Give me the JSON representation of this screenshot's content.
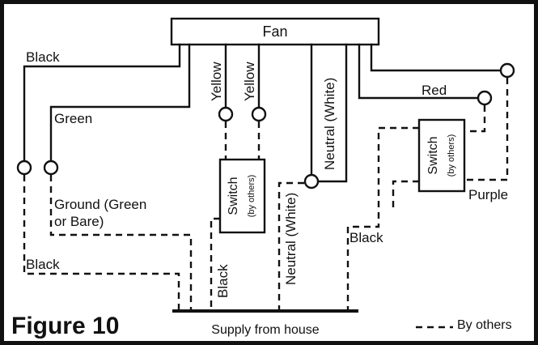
{
  "fan": {
    "label": "Fan"
  },
  "wires": {
    "black_top": "Black",
    "green": "Green",
    "yellow_1": "Yellow",
    "yellow_2": "Yellow",
    "neutral_top": "Neutral (White)",
    "red": "Red"
  },
  "switches": {
    "left": {
      "title": "Switch",
      "sub": "(by others)"
    },
    "right": {
      "title": "Switch",
      "sub": "(by others)"
    }
  },
  "supply_wires": {
    "ground": [
      "Ground (Green",
      "or Bare)"
    ],
    "black_left": "Black",
    "black_mid": "Black",
    "neutral_supply": "Neutral (White)",
    "black_right": "Black",
    "purple": "Purple"
  },
  "supply": {
    "label": "Supply from house"
  },
  "figure": {
    "title": "Figure 10"
  },
  "legend": {
    "label": "By others"
  }
}
